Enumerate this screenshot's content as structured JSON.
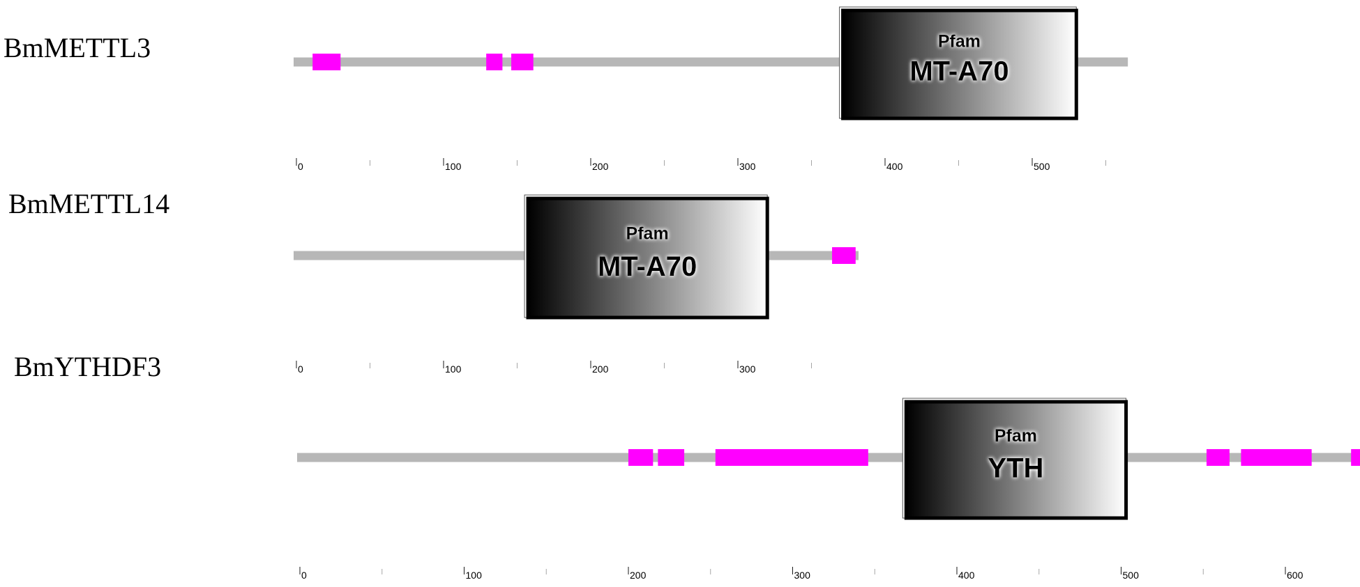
{
  "colors": {
    "backbone": "#b7b7b7",
    "segment": "#ff00ff",
    "domain_border": "#000000",
    "domain_gradient_start": "#000000",
    "domain_gradient_end": "#ffffff",
    "tick": "#000000"
  },
  "proteins": [
    {
      "name": "BmMETTL3",
      "length": 565,
      "segments": [
        [
          11,
          30
        ],
        [
          129,
          140
        ],
        [
          146,
          161
        ]
      ],
      "domains": [
        {
          "source": "Pfam",
          "name": "MT-A70",
          "start": 369,
          "end": 530
        }
      ],
      "ticks": [
        0,
        100,
        200,
        300,
        400,
        500
      ]
    },
    {
      "name": "BmMETTL14",
      "length": 382,
      "segments": [
        [
          364,
          380
        ]
      ],
      "domains": [
        {
          "source": "Pfam",
          "name": "MT-A70",
          "start": 155,
          "end": 320
        }
      ],
      "ticks": [
        0,
        100,
        200,
        300
      ]
    },
    {
      "name": "BmYTHDF3",
      "length": 649,
      "segments": [
        [
          200,
          215
        ],
        [
          218,
          234
        ],
        [
          253,
          346
        ],
        [
          552,
          566
        ],
        [
          573,
          616
        ],
        [
          640,
          650
        ]
      ],
      "domains": [
        {
          "source": "Pfam",
          "name": "YTH",
          "start": 367,
          "end": 503
        }
      ],
      "ticks": [
        0,
        100,
        200,
        300,
        400,
        500,
        600
      ]
    }
  ]
}
